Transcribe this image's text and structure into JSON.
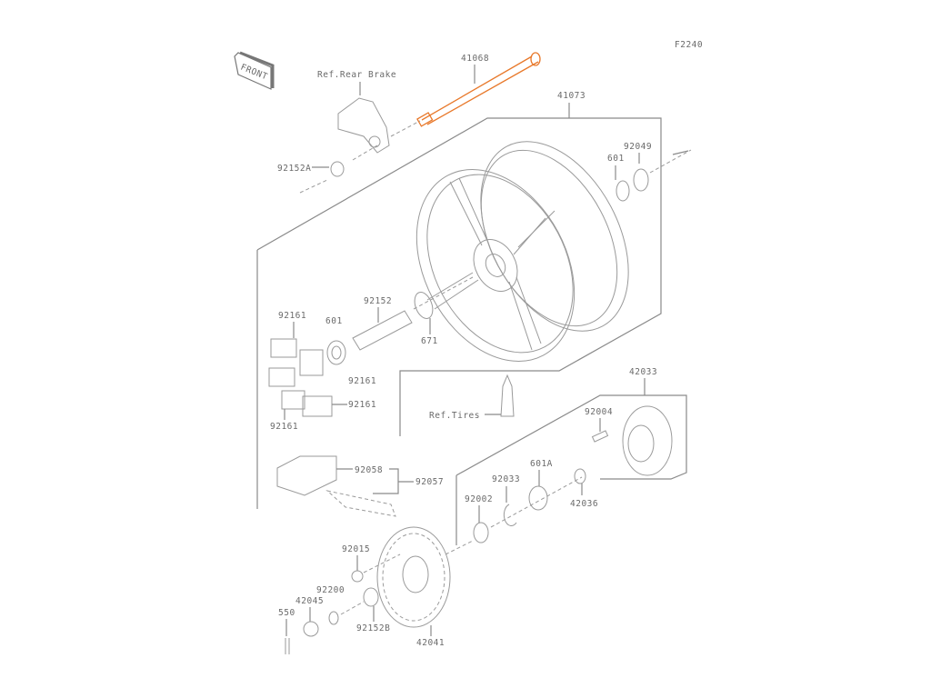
{
  "diagram_code": "F2240",
  "front_badge": "FRONT",
  "highlight_color": "#e8782a",
  "labels": {
    "axle": "41068",
    "rear_brake_ref": "Ref.Rear Brake",
    "wheel": "41073",
    "seal_right": "92049",
    "bearing_right": "601",
    "collar_a": "92152A",
    "collar": "92152",
    "damper_top": "92161",
    "bearing_left": "601",
    "o_ring": "671",
    "damper_mid": "92161",
    "damper_right": "92161",
    "damper_bottom": "92161",
    "tires_ref": "Ref.Tires",
    "coupling": "42033",
    "stud": "92004",
    "chain_link": "92058",
    "chain": "92057",
    "bearing_coupling": "601A",
    "circlip": "92033",
    "seal_coupling": "92002",
    "coupling_collar": "42036",
    "nut": "92015",
    "washer": "92200",
    "sprocket_nut": "42045",
    "cotter_pin": "550",
    "collar_b": "92152B",
    "sprocket": "42041"
  }
}
